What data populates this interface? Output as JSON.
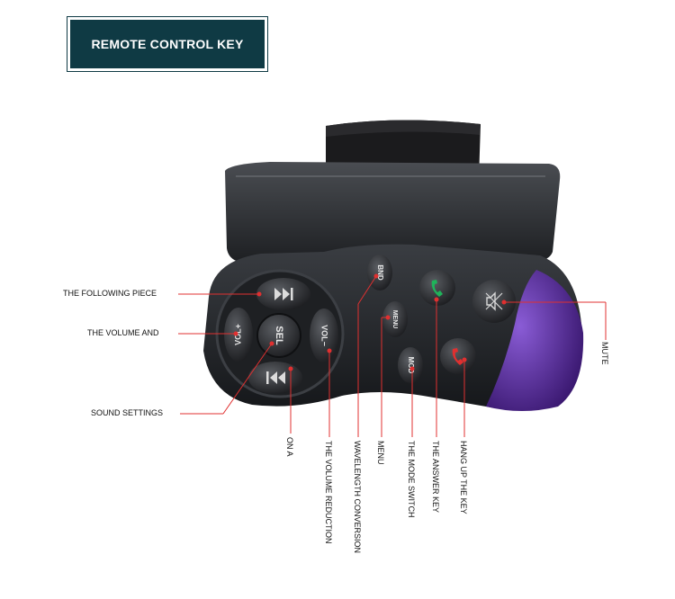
{
  "header": {
    "title": "REMOTE CONTROL KEY"
  },
  "buttons": {
    "sel": "SEL",
    "vol_up": "VOL+",
    "vol_down": "VOL−",
    "bnd": "BND",
    "menu": "MENU",
    "mod": "MOD"
  },
  "labels": {
    "following_piece": "THE FOLLOWING PIECE",
    "volume_and": "THE VOLUME AND",
    "sound_settings": "SOUND SETTINGS",
    "on_a": "ON A",
    "volume_reduction": "THE VOLUME REDUCTION",
    "wavelength_conversion": "WAVELENGTH CONVERSION",
    "menu": "MENU",
    "mode_switch": "THE MODE SWITCH",
    "answer_key": "THE ANSWER KEY",
    "hang_up_key": "HANG UP THE KEY",
    "mute": "MUTE"
  },
  "colors": {
    "title_bg": "#0f3a44",
    "leader_line": "#e03030",
    "answer_icon": "#1fb35a",
    "hangup_icon": "#e03030",
    "purple_lens": "#5a2a9a"
  },
  "icons": {
    "next": "next-track-icon",
    "prev": "previous-track-icon",
    "answer": "phone-answer-icon",
    "hangup": "phone-hangup-icon",
    "mute": "mute-icon"
  }
}
